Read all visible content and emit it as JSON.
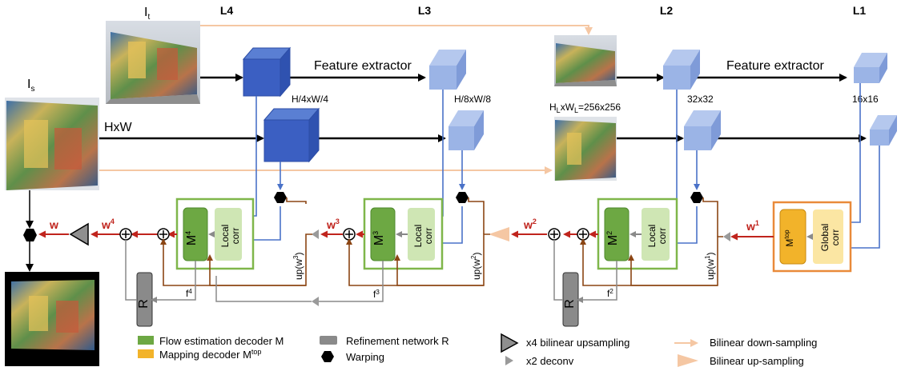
{
  "levels": {
    "l4": "L4",
    "l3": "L3",
    "l2": "L2",
    "l1": "L1"
  },
  "images": {
    "target": "I",
    "target_sub": "t",
    "source": "I",
    "source_sub": "s"
  },
  "labels": {
    "hxw": "HxW",
    "feature_extractor_left": "Feature extractor",
    "feature_extractor_right": "Feature extractor",
    "res_l4": "H/4xW/4",
    "res_l3": "H/8xW/8",
    "res_l2_main": "H",
    "res_l2_sub1": "L",
    "res_l2_x": "xW",
    "res_l2_sub2": "L",
    "res_l2_eq": "=256x256",
    "res_32": "32x32",
    "res_16": "16x16"
  },
  "modules": {
    "m": "M",
    "m4_sup": "4",
    "m3_sup": "3",
    "m2_sup": "2",
    "mtop_sup": "top",
    "local_corr_1": "Local",
    "local_corr_2": "corr",
    "global_corr_1": "Global",
    "global_corr_2": "corr",
    "r": "R"
  },
  "flows": {
    "w": "w",
    "w4": "w",
    "w4_sup": "4",
    "w3": "w",
    "w3_sup": "3",
    "w2": "w",
    "w2_sup": "2",
    "w1": "w",
    "w1_sup": "1",
    "up_w3": "up(w",
    "up_w3_sup": "3",
    "up_w2": "up(w",
    "up_w2_sup": "2",
    "up_w1": "up(w",
    "up_w1_sup": "1",
    "close": ")",
    "f4": "f",
    "f4_sup": "4",
    "f3": "f",
    "f3_sup": "3",
    "f2": "f",
    "f2_sup": "2"
  },
  "legend": {
    "flow_decoder": "Flow estimation decoder M",
    "mapping_decoder": "Mapping decoder M",
    "mapping_decoder_sup": "top",
    "refinement": "Refinement network R",
    "warping": "Warping",
    "x4_up": "x4 bilinear upsampling",
    "x2_deconv": "x2 deconv",
    "bilinear_down": "Bilinear down-sampling",
    "bilinear_up": "Bilinear up-sampling"
  },
  "colors": {
    "flow_red": "#c0241d",
    "feature_blue": "#3b5fc2",
    "light_blue": "#9bb4e6",
    "green_border": "#7fb64a",
    "green_module": "#6da843",
    "light_green": "#cfe6b4",
    "orange_border": "#e98a3a",
    "mapping_yellow": "#f2b32a",
    "light_yellow": "#fbe6a3",
    "brown": "#8b4513",
    "peach": "#f5c7a3",
    "grey": "#8a8a8a"
  }
}
